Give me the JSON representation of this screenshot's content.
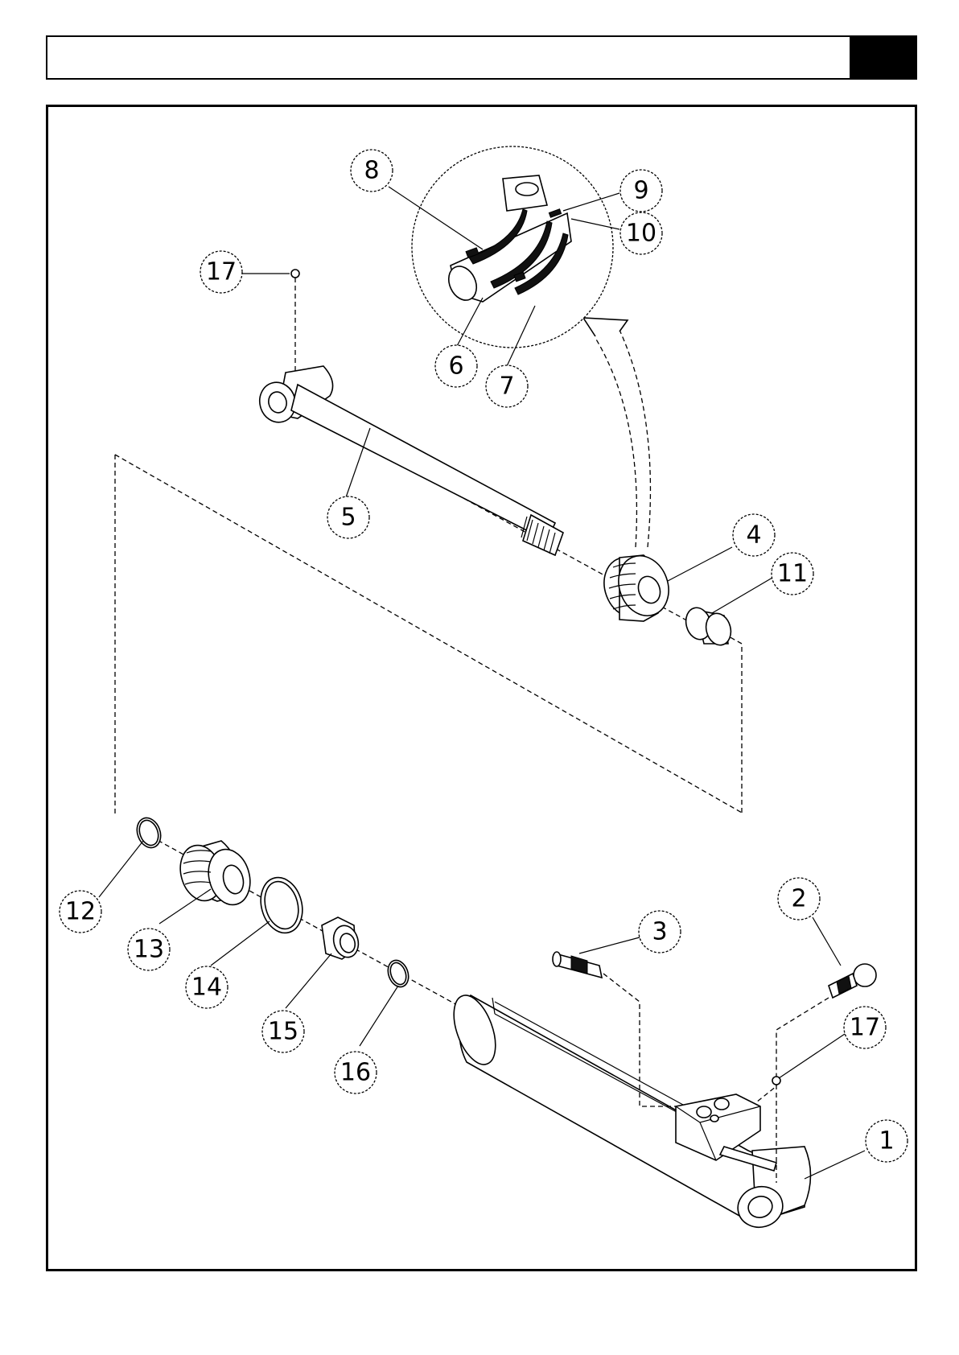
{
  "header": {
    "title": "",
    "page_block": ""
  },
  "callouts": [
    {
      "id": "1",
      "label": "1"
    },
    {
      "id": "2",
      "label": "2"
    },
    {
      "id": "3",
      "label": "3"
    },
    {
      "id": "4",
      "label": "4"
    },
    {
      "id": "5",
      "label": "5"
    },
    {
      "id": "6",
      "label": "6"
    },
    {
      "id": "7",
      "label": "7"
    },
    {
      "id": "8",
      "label": "8"
    },
    {
      "id": "9",
      "label": "9"
    },
    {
      "id": "10",
      "label": "10"
    },
    {
      "id": "11",
      "label": "11"
    },
    {
      "id": "12",
      "label": "12"
    },
    {
      "id": "13",
      "label": "13"
    },
    {
      "id": "14",
      "label": "14"
    },
    {
      "id": "15",
      "label": "15"
    },
    {
      "id": "16",
      "label": "16"
    },
    {
      "id": "17a",
      "label": "17"
    },
    {
      "id": "17b",
      "label": "17"
    }
  ]
}
